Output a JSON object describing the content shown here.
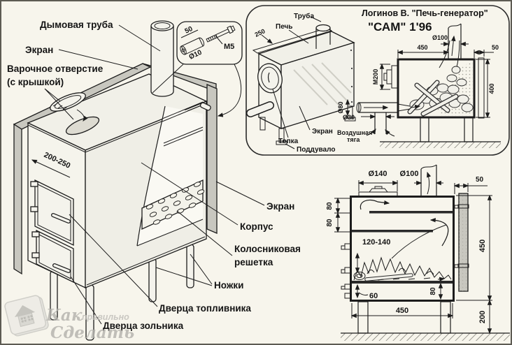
{
  "colors": {
    "paper": "#f7f5ec",
    "ink": "#1c1c1c",
    "screen_gray": "#c8c7bf",
    "watermark_gray": "#b3b1ac"
  },
  "main_view": {
    "labels": {
      "chimney": "Дымовая труба",
      "screen_top": "Экран",
      "cooking1": "Варочное отверстие",
      "cooking2": "(с крышкой)",
      "depth": "200-250",
      "screen_right": "Экран",
      "body": "Корпус",
      "grate1": "Колосниковая",
      "grate2": "решетка",
      "legs": "Ножки",
      "fuel_door": "Дверца топливника",
      "ash_door": "Дверца зольника"
    }
  },
  "bolt_detail": {
    "length": "50",
    "diameter": "Ø10",
    "thread": "М5"
  },
  "inset": {
    "title_line1": "Логинов В. \"Печь-генератор\"",
    "title_line2": "\"САМ\" 1'96",
    "iso_labels": {
      "pipe": "Труба",
      "stove": "Печь",
      "depth": "250",
      "screen": "Экран",
      "firebox": "Топка",
      "ash_pit": "Поддувало"
    },
    "section_dims": {
      "width": "450",
      "chimney": "Ø100",
      "screen_gap": "50",
      "door": "М200",
      "height": "400",
      "air_pipe": "Ø80",
      "air_hole": "Ø30",
      "draft1": "Воздушная",
      "draft2": "тяга"
    }
  },
  "section_view": {
    "dims": {
      "lid": "Ø140",
      "chimney": "Ø100",
      "screen_gap": "50",
      "baffle_top": "80",
      "baffle_mid": "80",
      "fuel": "120-140",
      "height": "450",
      "door": "60",
      "ash": "80",
      "width": "450",
      "legs": "200"
    }
  },
  "watermark": {
    "word1": "Как",
    "word2": "правильно",
    "word3": "Сделать"
  }
}
